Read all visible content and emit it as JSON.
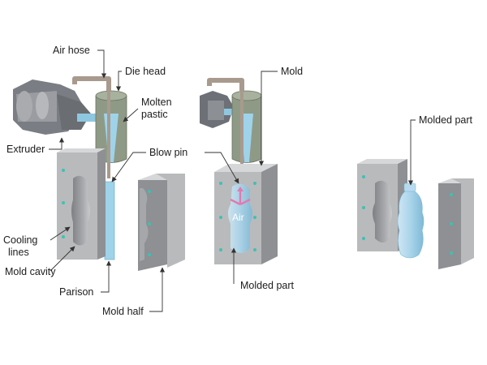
{
  "labels": {
    "air_hose": "Air hose",
    "die_head": "Die head",
    "molten_plastic_line1": "Molten",
    "molten_plastic_line2": "pastic",
    "extruder": "Extruder",
    "blow_pin": "Blow pin",
    "cooling_lines_line1": "Cooling",
    "cooling_lines_line2": "lines",
    "mold_cavity": "Mold cavity",
    "parison": "Parison",
    "mold_half": "Mold half",
    "mold": "Mold",
    "air": "Air",
    "molded_part_stage2": "Molded part",
    "molded_part_stage3": "Molded part"
  },
  "colors": {
    "mold_face": "#b9babc",
    "mold_side": "#8e9093",
    "mold_top": "#d6d7d9",
    "plastic": "#9fd3ea",
    "die_head": "#8f9a86",
    "pipe": "#a89a8e",
    "cooling_dot": "#3fc0b4",
    "air_arrow": "#e07ab0",
    "extruder": "#6d7077"
  }
}
